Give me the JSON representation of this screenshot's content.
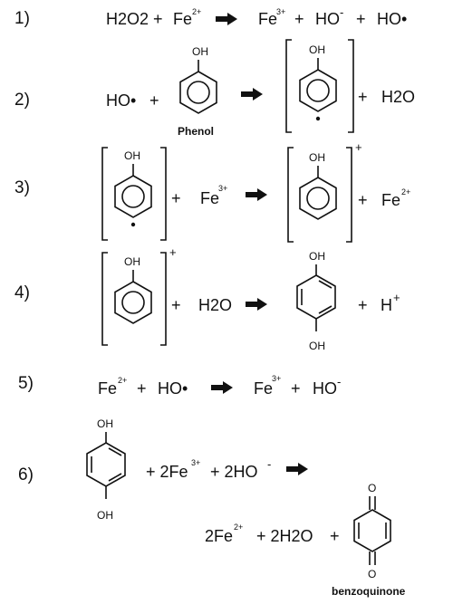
{
  "steps": [
    "1)",
    "2)",
    "3)",
    "4)",
    "5)",
    "6)"
  ],
  "r1": {
    "h2o2": "H2O2",
    "plus1": "+",
    "fe": "Fe",
    "fe_charge": "2+",
    "fe3": "Fe",
    "fe3_charge": "3+",
    "plus2": "+",
    "ho": "HO",
    "ho_charge": "-",
    "plus3": "+",
    "ho_rad": "HO•"
  },
  "r2": {
    "ho_rad": "HO•",
    "plus1": "+",
    "oh1": "OH",
    "phenol": "Phenol",
    "oh2": "OH",
    "plus2": "+",
    "h2o": "H2O"
  },
  "r3": {
    "oh1": "OH",
    "plus1": "+",
    "fe3": "Fe",
    "fe3_charge": "3+",
    "oh2": "OH",
    "charge": "+",
    "plus2": "+",
    "fe2": "Fe",
    "fe2_charge": "2+"
  },
  "r4": {
    "oh1": "OH",
    "charge": "+",
    "plus1": "+",
    "h2o": "H2O",
    "oh_top": "OH",
    "oh_bottom": "OH",
    "plus2": "+",
    "h": "H",
    "h_charge": "+"
  },
  "r5": {
    "fe": "Fe",
    "fe_charge": "2+",
    "plus1": "+",
    "ho_rad": "HO•",
    "fe3": "Fe",
    "fe3_charge": "3+",
    "plus2": "+",
    "ho": "HO",
    "ho_charge": "-"
  },
  "r6": {
    "oh_top": "OH",
    "oh_bottom": "OH",
    "fe_term": "+ 2Fe",
    "fe3_charge": "3+",
    "ho_term": "+ 2HO",
    "ho_charge": "-",
    "fe2_term": "2Fe",
    "fe2_charge": "2+",
    "h2o_term": "+ 2H2O",
    "plus": "+",
    "o_top": "O",
    "o_bottom": "O",
    "benzoquinone": "benzoquinone"
  }
}
